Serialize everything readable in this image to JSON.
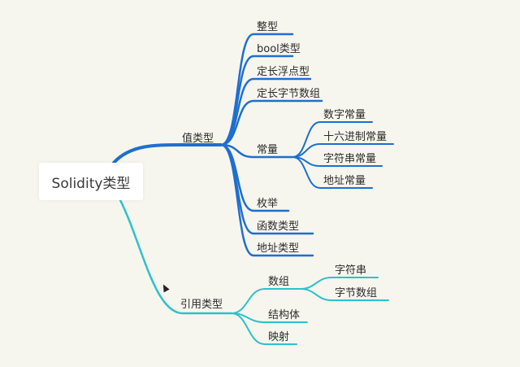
{
  "colors": {
    "value_branch": "#1e6fcf",
    "reference_branch": "#2cc2cc",
    "background": "#f7f6ee",
    "text": "#2b2b2b"
  },
  "root": {
    "label": "Solidity类型"
  },
  "value_types": {
    "label": "值类型",
    "children": [
      {
        "label": "整型"
      },
      {
        "label": "bool类型"
      },
      {
        "label": "定长浮点型"
      },
      {
        "label": "定长字节数组"
      },
      {
        "label": "常量",
        "children": [
          {
            "label": "数字常量"
          },
          {
            "label": "十六进制常量"
          },
          {
            "label": "字符串常量"
          },
          {
            "label": "地址常量"
          }
        ]
      },
      {
        "label": "枚举"
      },
      {
        "label": "函数类型"
      },
      {
        "label": "地址类型"
      }
    ]
  },
  "reference_types": {
    "label": "引用类型",
    "children": [
      {
        "label": "数组",
        "children": [
          {
            "label": "字符串"
          },
          {
            "label": "字节数组"
          }
        ]
      },
      {
        "label": "结构体"
      },
      {
        "label": "映射"
      }
    ]
  }
}
